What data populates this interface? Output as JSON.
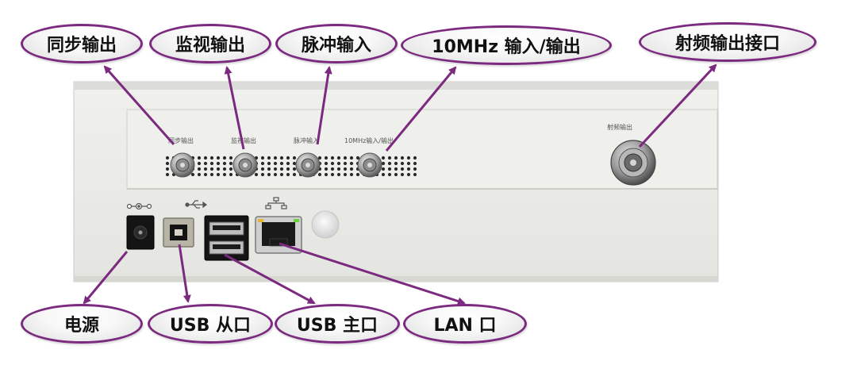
{
  "callouts": {
    "sync_out": "同步输出",
    "monitor_out": "监视输出",
    "pulse_in": "脉冲输入",
    "ref_10mhz": "10MHz 输入/输出",
    "rf_out": "射频输出接口",
    "power": "电源",
    "usb_slave": "USB 从口",
    "usb_host": "USB 主口",
    "lan": "LAN 口"
  },
  "panel_labels": {
    "sync_out": "同步输出",
    "monitor_out": "监视输出",
    "pulse_in": "脉冲输入",
    "ref_10mhz": "10MHz输入/输出",
    "rf_out": "射频输出"
  },
  "colors": {
    "accent": "#7b2a7f",
    "panel": "#ecece8",
    "port_black": "#141414"
  }
}
